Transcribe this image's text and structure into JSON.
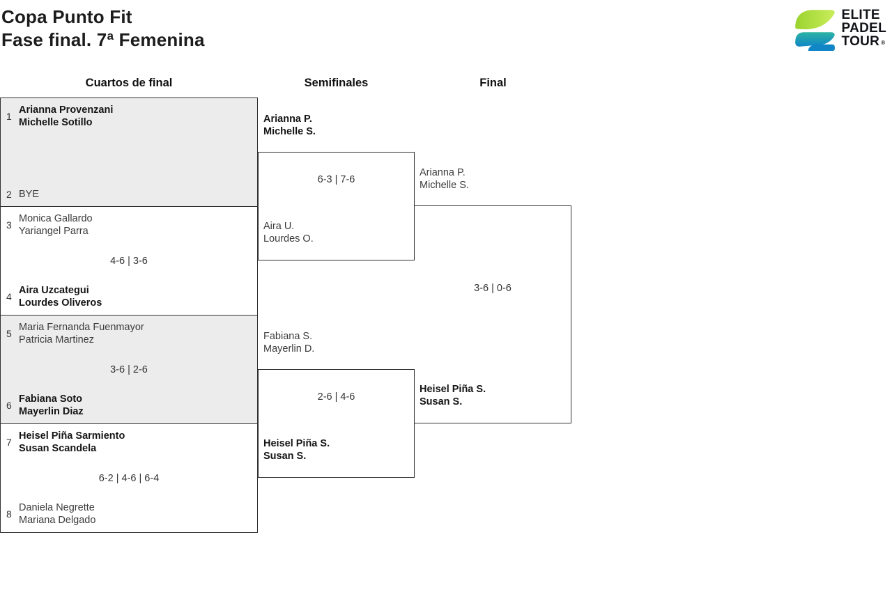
{
  "header": {
    "title_line1": "Copa Punto Fit",
    "title_line2": "Fase final. 7ª Femenina",
    "logo": {
      "line1": "ELITE",
      "line2": "PADEL",
      "line3": "TOUR",
      "registered": "®"
    }
  },
  "columns": {
    "quarterfinals": "Cuartos de final",
    "semifinals": "Semifinales",
    "final": "Final"
  },
  "bracket": {
    "quarterfinals": [
      {
        "team1": {
          "seed": "1",
          "line1": "Arianna Provenzani",
          "line2": "Michelle Sotillo",
          "winner": true
        },
        "score": "",
        "team2": {
          "seed": "2",
          "line1": "BYE",
          "line2": "",
          "winner": false
        }
      },
      {
        "team1": {
          "seed": "3",
          "line1": "Monica Gallardo",
          "line2": "Yariangel Parra",
          "winner": false
        },
        "score": "4-6 | 3-6",
        "team2": {
          "seed": "4",
          "line1": "Aira Uzcategui",
          "line2": "Lourdes Oliveros",
          "winner": true
        }
      },
      {
        "team1": {
          "seed": "5",
          "line1": "Maria Fernanda Fuenmayor",
          "line2": "Patricia Martinez",
          "winner": false
        },
        "score": "3-6 | 2-6",
        "team2": {
          "seed": "6",
          "line1": "Fabiana Soto",
          "line2": "Mayerlin Diaz",
          "winner": true
        }
      },
      {
        "team1": {
          "seed": "7",
          "line1": "Heisel Piña Sarmiento",
          "line2": "Susan Scandela",
          "winner": true
        },
        "score": "6-2 | 4-6 | 6-4",
        "team2": {
          "seed": "8",
          "line1": "Daniela Negrette",
          "line2": "Mariana Delgado",
          "winner": false
        }
      }
    ],
    "semifinals": [
      {
        "team1": {
          "line1": "Arianna P.",
          "line2": "Michelle S.",
          "winner": true
        },
        "score": "6-3 | 7-6",
        "team2": {
          "line1": "Aira U.",
          "line2": "Lourdes O.",
          "winner": false
        }
      },
      {
        "team1": {
          "line1": "Fabiana S.",
          "line2": "Mayerlin D.",
          "winner": false
        },
        "score": "2-6 | 4-6",
        "team2": {
          "line1": "Heisel Piña S.",
          "line2": "Susan S.",
          "winner": true
        }
      }
    ],
    "final": {
      "team1": {
        "line1": "Arianna P.",
        "line2": "Michelle S.",
        "winner": false
      },
      "score": "3-6 | 0-6",
      "team2": {
        "line1": "Heisel Piña S.",
        "line2": "Susan S.",
        "winner": true
      }
    }
  },
  "colors": {
    "lime_dark": "#9bd32f",
    "lime_light": "#c9ed5a",
    "teal": "#2eb3a3",
    "blue": "#1086c7",
    "block_gray": "#ececec",
    "border": "#2f2f2f"
  }
}
